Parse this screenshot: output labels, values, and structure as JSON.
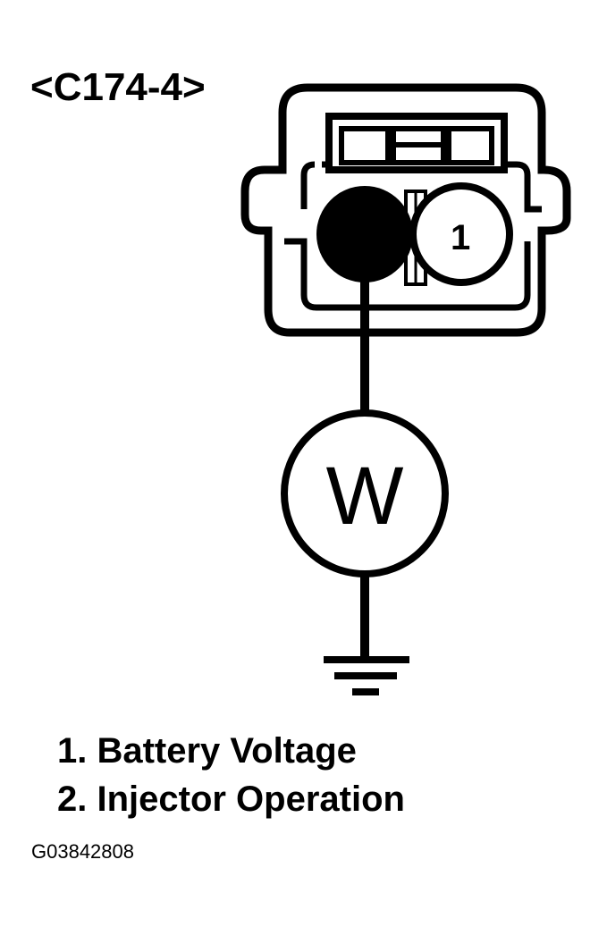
{
  "connector_label": "<C174-4>",
  "pin_label": "1",
  "meter_symbol": "W",
  "legend": [
    "1. Battery Voltage",
    "2. Injector Operation"
  ],
  "figure_code": "G03842808"
}
